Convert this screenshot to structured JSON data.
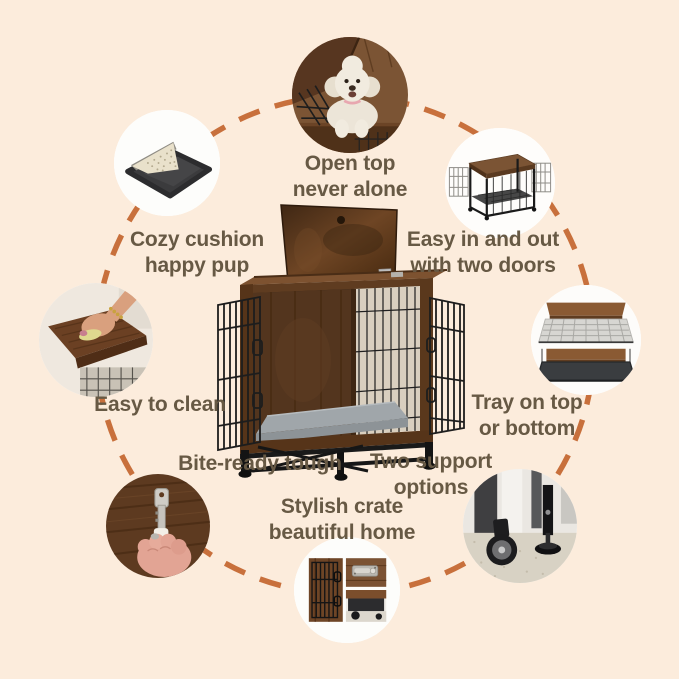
{
  "page": {
    "description": "Dog crate furniture feature infographic",
    "background_color": "#fcecdc",
    "ring_color": "#c8703c",
    "label_color": "#675944"
  },
  "product": {
    "name": "Rustic wooden wire dog crate with open top lid, two open doors, grey cushion and black metal base"
  },
  "features": [
    {
      "id": "cozy-cushion",
      "line1": "Cozy cushion",
      "line2": "happy pup",
      "photo": "folded-cushion-mat"
    },
    {
      "id": "open-top",
      "line1": "Open top",
      "line2": "never alone",
      "photo": "poodle-in-open-top-crate"
    },
    {
      "id": "two-doors",
      "line1": "Easy in and out",
      "line2": "with two doors",
      "photo": "crate-with-two-open-doors"
    },
    {
      "id": "tray",
      "line1": "Tray on top",
      "line2": "or bottom",
      "photo": "tray-top-and-bottom"
    },
    {
      "id": "support",
      "line1": "Two support",
      "line2": "options",
      "photo": "caster-wheel-and-leveling-foot"
    },
    {
      "id": "stylish",
      "line1": "Stylish crate",
      "line2": "beautiful home",
      "photo": "crate-detail-collage"
    },
    {
      "id": "bite-ready",
      "line1": "Bite-ready tough",
      "line2": "",
      "photo": "key-scratch-test"
    },
    {
      "id": "easy-clean",
      "line1": "Easy to clean",
      "line2": "",
      "photo": "hand-wiping-tabletop"
    }
  ]
}
